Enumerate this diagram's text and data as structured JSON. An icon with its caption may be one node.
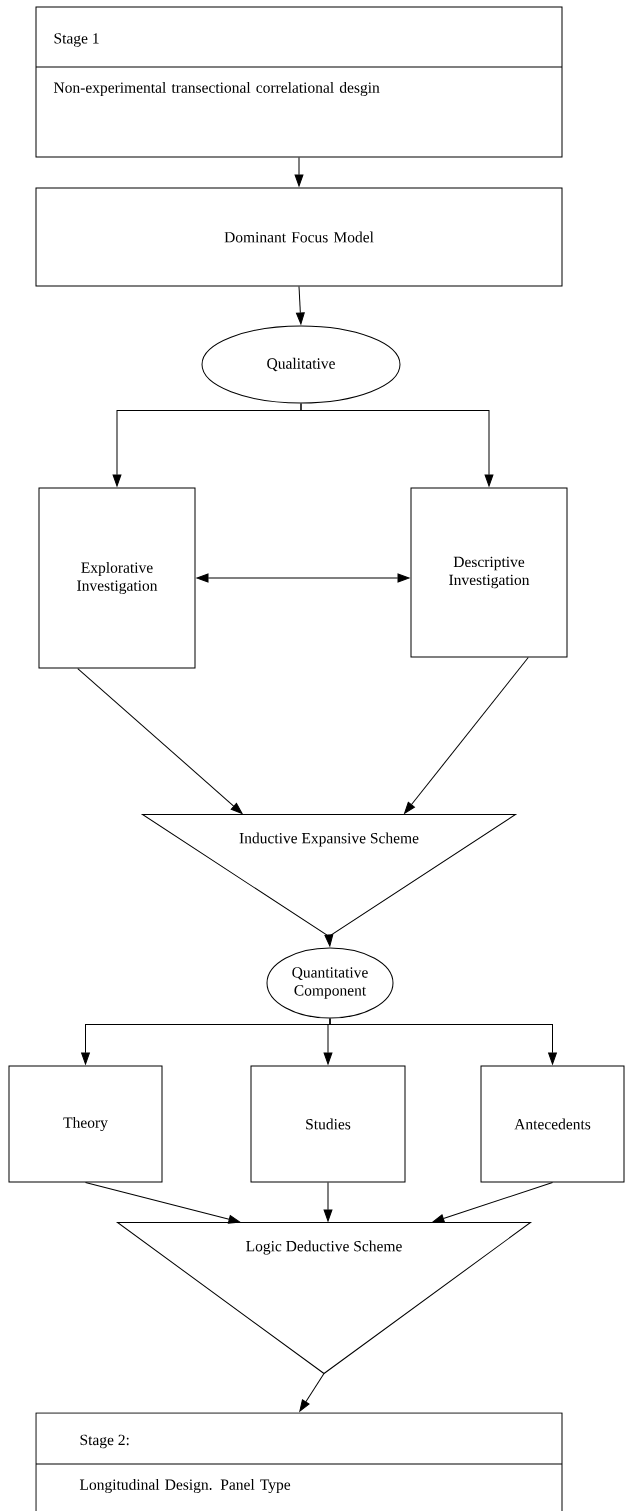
{
  "diagram": {
    "nodes": [
      {
        "text": [
          "Stage 1",
          "Non-experimental transectional correlational desgin"
        ]
      },
      {
        "text": [
          "Dominant Focus Model"
        ]
      },
      {
        "text": [
          "Qualitative"
        ]
      },
      {
        "text": [
          "Explorative Investigation"
        ]
      },
      {
        "text": [
          "Descriptive Investigation"
        ]
      },
      {
        "text": [
          "Inductive Expansive Scheme"
        ]
      },
      {
        "text": [
          "Quantitative Component"
        ]
      },
      {
        "text": [
          "Theory"
        ]
      },
      {
        "text": [
          "Studies"
        ]
      },
      {
        "text": [
          "Antecedents"
        ]
      },
      {
        "text": [
          "Logic Deductive Scheme"
        ]
      },
      {
        "text": [
          "Stage 2:",
          "Longitudinal Design. Panel Type"
        ]
      }
    ],
    "edges": [
      {
        "from": 0,
        "to": 1,
        "arrow": "to"
      },
      {
        "from": 1,
        "to": 2,
        "arrow": "to"
      },
      {
        "from": 2,
        "to": 3,
        "arrow": "to"
      },
      {
        "from": 2,
        "to": 4,
        "arrow": "to"
      },
      {
        "from": 3,
        "to": 4,
        "arrow": "both"
      },
      {
        "from": 3,
        "to": 5,
        "arrow": "to"
      },
      {
        "from": 4,
        "to": 5,
        "arrow": "to"
      },
      {
        "from": 5,
        "to": 6,
        "arrow": "to"
      },
      {
        "from": 6,
        "to": 7,
        "arrow": "to"
      },
      {
        "from": 6,
        "to": 8,
        "arrow": "to"
      },
      {
        "from": 6,
        "to": 9,
        "arrow": "to"
      },
      {
        "from": 7,
        "to": 10,
        "arrow": "to"
      },
      {
        "from": 8,
        "to": 10,
        "arrow": "to"
      },
      {
        "from": 9,
        "to": 10,
        "arrow": "to"
      },
      {
        "from": 10,
        "to": 11,
        "arrow": "to"
      }
    ]
  }
}
